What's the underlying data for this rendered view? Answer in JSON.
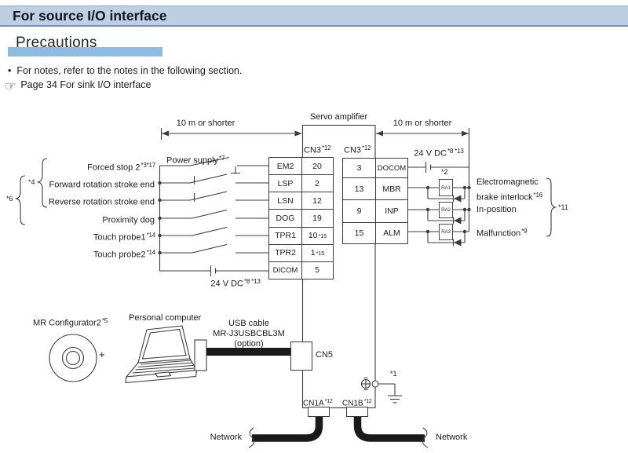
{
  "page": {
    "title": "For source I/O interface",
    "section": "Precautions",
    "bullet": "•",
    "note": "For notes, refer to the notes in the following section.",
    "ref_icon": "☞",
    "ref": "Page 34 For sink I/O interface"
  },
  "diagram": {
    "servo_amplifier": "Servo amplifier",
    "dim_left": "10 m or shorter",
    "dim_right": "10 m or shorter",
    "power_supply": {
      "text": "Power supply",
      "sup": "*7"
    },
    "v24_top": {
      "text": "24 V DC",
      "sup": "*8 *13"
    },
    "v24_bottom": {
      "text": "24 V DC",
      "sup": "*8 *13"
    },
    "note1": "*1",
    "note2": "*2",
    "note4": "*4",
    "note6": "*6",
    "note11": "*11",
    "inputs": [
      {
        "text": "Forced stop 2",
        "sup": "*3*17"
      },
      {
        "text": "Forward rotation stroke end",
        "sup": ""
      },
      {
        "text": "Reverse rotation stroke end",
        "sup": ""
      },
      {
        "text": "Proximity dog",
        "sup": ""
      },
      {
        "text": "Touch probe1",
        "sup": "*14"
      },
      {
        "text": "Touch probe2",
        "sup": "*14"
      }
    ],
    "left_table": {
      "connector": {
        "text": "CN3",
        "sup": "*12"
      },
      "rows": [
        {
          "name": "EM2",
          "pin": "20",
          "pin_sup": ""
        },
        {
          "name": "LSP",
          "pin": "2",
          "pin_sup": ""
        },
        {
          "name": "LSN",
          "pin": "12",
          "pin_sup": ""
        },
        {
          "name": "DOG",
          "pin": "19",
          "pin_sup": ""
        },
        {
          "name": "TPR1",
          "pin": "10",
          "pin_sup": "*15"
        },
        {
          "name": "TPR2",
          "pin": "1",
          "pin_sup": "*15"
        },
        {
          "name": "DICOM",
          "pin": "5",
          "pin_sup": ""
        }
      ]
    },
    "right_table": {
      "connector": {
        "text": "CN3",
        "sup": "*12"
      },
      "rows": [
        {
          "pin": "3",
          "name": "DOCOM"
        },
        {
          "pin": "13",
          "name": "MBR"
        },
        {
          "pin": "9",
          "name": "INP"
        },
        {
          "pin": "15",
          "name": "ALM"
        }
      ]
    },
    "relays": [
      "RA1",
      "RA2",
      "RA3"
    ],
    "outputs": [
      {
        "line1": "Electromagnetic",
        "line2": "brake interlock",
        "sup": "*16"
      },
      {
        "line1": "In-position",
        "line2": "",
        "sup": ""
      },
      {
        "line1": "Malfunction",
        "line2": "",
        "sup": "*9"
      }
    ],
    "mr_config": {
      "text": "MR Configurator2",
      "sup": "*5"
    },
    "plus": "+",
    "personal_computer": "Personal computer",
    "usb_label1": "USB cable",
    "usb_label2": "MR-J3USBCBL3M",
    "usb_label3": "(option)",
    "cn5": "CN5",
    "cn1a": {
      "text": "CN1A",
      "sup": "*12"
    },
    "cn1b": {
      "text": "CN1B",
      "sup": "*12"
    },
    "network_left": "Network",
    "network_right": "Network"
  },
  "colors": {
    "header_bg": "#bccfe3",
    "header_border_top": "#93abcc",
    "header_border_bottom": "#7793ba",
    "section_bar": "#8fbbe0",
    "diagram_line": "#3c3c3c",
    "cable_black": "#1a1a1a",
    "text": "#1c1c1c"
  }
}
